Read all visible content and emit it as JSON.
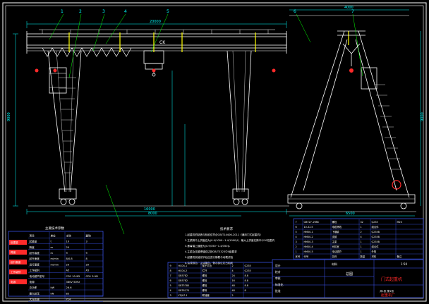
{
  "drawing": {
    "colors": {
      "background": "#000000",
      "frame": "#ffffff",
      "structure": "#ffffff",
      "dimension": "#00ffff",
      "leader": "#00ff00",
      "accent": "#ffff00",
      "marker": "#ff2a2a",
      "table_line": "#3f5bff",
      "table_text": "#ffffff",
      "label_fill": "#ff2a2a"
    },
    "callouts": [
      "1",
      "2",
      "3",
      "4",
      "5",
      "6",
      "7"
    ],
    "crab_label": "CK",
    "dimension_texts": {
      "span": "20000",
      "gauge_side": "8000",
      "height_left": "9000",
      "height_right": "9000",
      "base_left": "16000",
      "base_right": "6500",
      "top_side": "4000"
    },
    "notes_title": "技术要求",
    "notes_lines": [
      "1.起重机的制造与验收应符合GB/T14406-2011《通用门式起重机》",
      "2.主梁跨中上拱度应为(0.9/1000~1.4/1000)S，最大上拱度在跨中S/10范围内",
      "3.悬臂端上翘度为(0.9/350~1.4/350)L",
      "4.主梁及支腿焊缝应达到GB/T3323中II级要求",
      "5.起重机安装完毕后应进行静载与动载试验",
      "6.油漆颜色：主体黄色，警示部位红白相间"
    ],
    "param_table": {
      "title": "主要技术参数",
      "headers": [
        "项目",
        "单位",
        "主钩",
        "副钩"
      ],
      "side_labels": [
        "起重量",
        "跨度",
        "起升高度",
        "工作级别",
        "电源"
      ],
      "rows": [
        [
          "起重量",
          "t",
          "10",
          "3"
        ],
        [
          "跨度",
          "m",
          "20",
          ""
        ],
        [
          "起升高度",
          "m",
          "9",
          "9"
        ],
        [
          "起升速度",
          "m/min",
          "8/0.8",
          "8"
        ],
        [
          "运行速度",
          "m/min",
          "20",
          "20"
        ],
        [
          "工作级别",
          "",
          "A5",
          "A5"
        ],
        [
          "电动葫芦型号",
          "",
          "CD1 10-9D",
          "CD1 3-9D"
        ],
        [
          "电源",
          "",
          "380V 50Hz",
          ""
        ],
        [
          "总功率",
          "kW",
          "26.6",
          ""
        ],
        [
          "最大轮压",
          "kN",
          "85",
          ""
        ],
        [
          "大车轨道",
          "",
          "P24",
          ""
        ]
      ]
    },
    "bom_table": {
      "rows": [
        [
          "7",
          "GBT27-1988",
          "螺栓",
          "32",
          "Q235",
          "M20"
        ],
        [
          "6",
          "10-32.5",
          "电缆滑线",
          "1",
          "组合件",
          ""
        ],
        [
          "5",
          "HM00-1",
          "下横梁",
          "2",
          "Q235B",
          ""
        ],
        [
          "4",
          "HM00-2",
          "支腿",
          "4",
          "Q235B",
          ""
        ],
        [
          "3",
          "HM00-3",
          "主梁",
          "1",
          "Q235B",
          ""
        ],
        [
          "2",
          "HM00-4",
          "司机室",
          "1",
          "组合件",
          ""
        ],
        [
          "1",
          "HM00-5",
          "电动葫芦",
          "1",
          "外购",
          ""
        ]
      ],
      "header": [
        "序号",
        "代号",
        "名称",
        "数量",
        "材料",
        "备注"
      ]
    },
    "mid_table": {
      "rows": [
        [
          "9",
          "HC04-1",
          "梯子平台",
          "2",
          "Q235"
        ],
        [
          "8",
          "HC04-2",
          "栏杆",
          "4",
          "Q235"
        ],
        [
          "7",
          "GB5782",
          "螺栓",
          "24",
          "8.8"
        ],
        [
          "6",
          "GB5782",
          "螺栓",
          "16",
          "8.8"
        ],
        [
          "5",
          "GBT5780",
          "螺栓",
          "48",
          "8.8"
        ],
        [
          "4",
          "GBT6170",
          "螺母",
          "48",
          "8"
        ],
        [
          "3",
          "YZ/LZ-1",
          "联轴器",
          "2",
          ""
        ]
      ]
    },
    "title_block": {
      "title": "门式起重机",
      "drawing_name": "总图",
      "material_label": "材料",
      "scale": "1:50",
      "sheet": "共1张 第1张",
      "company": "起重机厂",
      "role_labels": [
        "设计",
        "校对",
        "审核",
        "标准化",
        "批准"
      ]
    }
  }
}
